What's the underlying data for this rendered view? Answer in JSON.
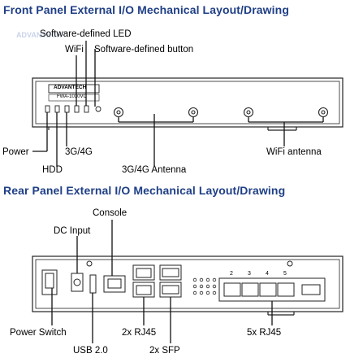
{
  "front": {
    "title": "Front Panel External I/O Mechanical Layout/Drawing",
    "device_label_1": "ADVANTECH",
    "device_label_2": "FWA-1010VC",
    "labels": {
      "sw_led": "Software-defined LED",
      "wifi": "WiFi",
      "sw_button": "Software-defined button",
      "power": "Power",
      "hdd": "HDD",
      "g34": "3G/4G",
      "g34_antenna": "3G/4G Antenna",
      "wifi_antenna": "WiFi antenna"
    }
  },
  "rear": {
    "title": "Rear Panel External I/O Mechanical Layout/Drawing",
    "port_numbers": [
      "2",
      "3",
      "4",
      "5"
    ],
    "labels": {
      "console": "Console",
      "dc_input": "DC Input",
      "power_switch": "Power Switch",
      "usb": "USB 2.0",
      "rj45_2": "2x RJ45",
      "sfp": "2x SFP",
      "rj45_5": "5x RJ45"
    }
  },
  "watermark": "ADVANTECH"
}
